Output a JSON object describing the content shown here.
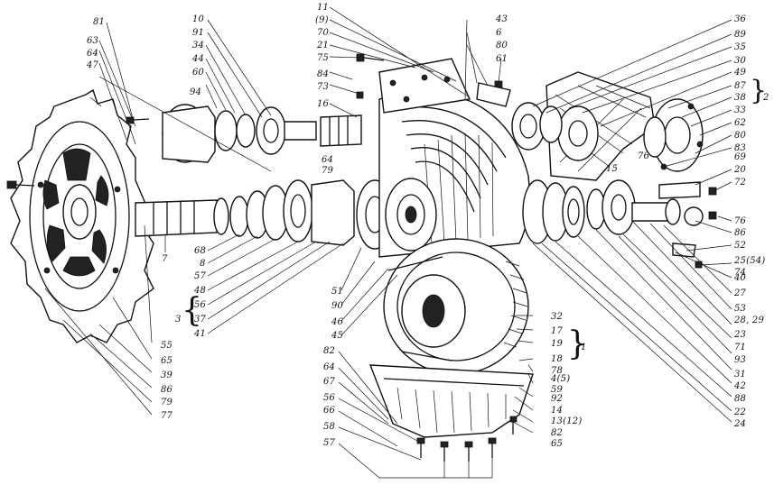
{
  "labels": {
    "l81": "81",
    "l63": "63",
    "l64a": "64",
    "l47": "47",
    "l10": "10",
    "l91a": "91",
    "l34": "34",
    "l44": "44",
    "l60": "60",
    "l94": "94",
    "l11": "11",
    "l9p": "(9)",
    "l70": "70",
    "l21": "21",
    "l75": "75",
    "l84": "84",
    "l73": "73",
    "l16": "16",
    "l43": "43",
    "l6": "6",
    "l80a": "80",
    "l61": "61",
    "l36": "36",
    "l89": "89",
    "l35": "35",
    "l30": "30",
    "l49": "49",
    "l87": "87",
    "l38": "38",
    "l33": "33",
    "l62": "62",
    "l80b": "80",
    "l83": "83",
    "l69": "69",
    "l20": "20",
    "l72": "72",
    "l76a": "76",
    "l76b": "76",
    "l86a": "86",
    "l52": "52",
    "l25": "25(54)",
    "l74": "74",
    "l40": "40",
    "l27": "27",
    "l53": "53",
    "l2829": "28, 29",
    "l23": "23",
    "l71": "71",
    "l93": "93",
    "l31": "31",
    "l42": "42",
    "l88": "88",
    "l22": "22",
    "l24": "24",
    "l15": "15",
    "l64b": "64",
    "l79a": "79",
    "l68a": "68",
    "l8": "8",
    "l57a": "57",
    "l48": "48",
    "l3": "3",
    "l56a": "56",
    "l37": "37",
    "l41": "41",
    "l7": "7",
    "l55": "55",
    "l65a": "65",
    "l39": "39",
    "l86b": "86",
    "l79b": "79",
    "l77": "77",
    "l51": "51",
    "l90": "90",
    "l46": "46",
    "l45": "45",
    "l32": "32",
    "l17": "17",
    "l19": "19",
    "l1": "1",
    "l18": "18",
    "l78": "78",
    "l4": "4(5)",
    "l59": "59",
    "l92": "92",
    "l14": "14",
    "l13": "13(12)",
    "l82b": "82",
    "l65b": "65",
    "l82a": "82",
    "l64c": "64",
    "l67": "67",
    "l56b": "56",
    "l66": "66",
    "l58": "58",
    "l57b": "57",
    "l2": "2"
  }
}
